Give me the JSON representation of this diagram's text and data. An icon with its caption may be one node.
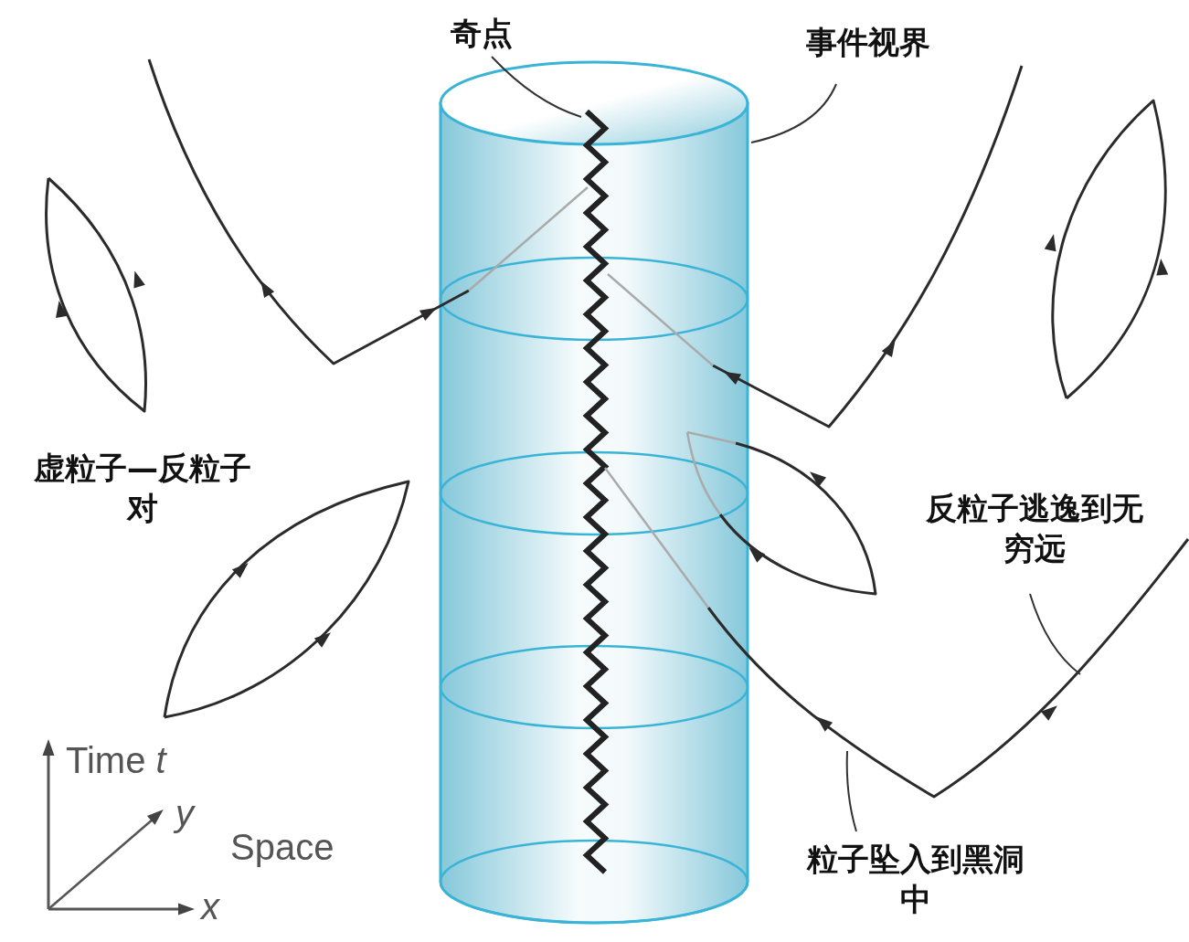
{
  "diagram": {
    "nodes": [
      {
        "text": [
          "奇点"
        ]
      },
      {
        "text": [
          "事件视界"
        ]
      },
      {
        "text": [],
        "shape": "cylinder"
      },
      {
        "text": [],
        "shape": "line",
        "in": 2
      },
      {
        "text": [
          "反粒子逃逸到无穷远"
        ]
      },
      {
        "text": [
          "粒子坠入到黑洞中"
        ]
      }
    ],
    "edges": [
      {
        "from": 0,
        "to": 3,
        "arrow": "none"
      },
      {
        "from": 1,
        "to": 2,
        "arrow": "none"
      },
      {
        "from": 4,
        "to": null,
        "arrow": "none"
      },
      {
        "from": 5,
        "to": null,
        "arrow": "none"
      }
    ],
    "labels": [
      "虚粒子—反粒子对",
      "Time *t*",
      "y",
      "Space",
      "x"
    ]
  }
}
